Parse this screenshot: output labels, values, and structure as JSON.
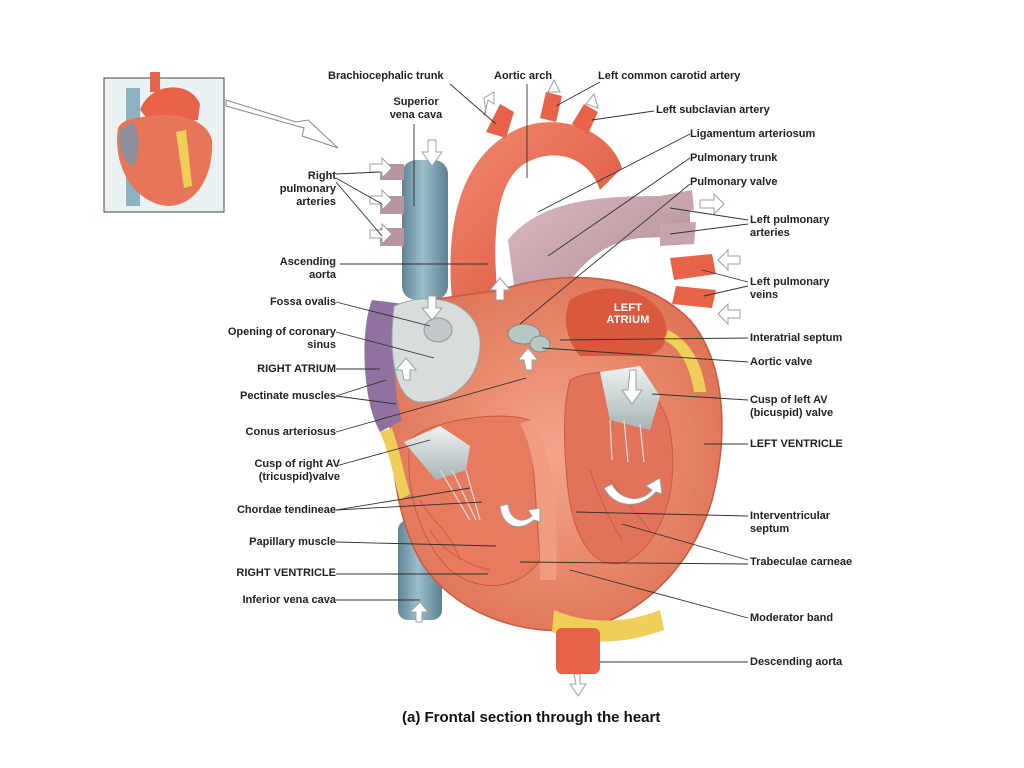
{
  "figure": {
    "caption": "(a) Frontal section through the heart",
    "chamber_labels": {
      "left_atrium": "LEFT ATRIUM"
    }
  },
  "labels": {
    "brachiocephalic_trunk": "Brachiocephalic trunk",
    "aortic_arch": "Aortic arch",
    "left_common_carotid_artery": "Left common carotid artery",
    "superior_vena_cava": "Superior vena cava",
    "left_subclavian_artery": "Left subclavian artery",
    "ligamentum_arteriosum": "Ligamentum arteriosum",
    "pulmonary_trunk": "Pulmonary trunk",
    "pulmonary_valve": "Pulmonary valve",
    "right_pulmonary_arteries": "Right pulmonary arteries",
    "left_pulmonary_arteries": "Left pulmonary arteries",
    "ascending_aorta": "Ascending aorta",
    "left_pulmonary_veins": "Left pulmonary veins",
    "fossa_ovalis": "Fossa ovalis",
    "opening_of_coronary_sinus": "Opening of coronary sinus",
    "interatrial_septum": "Interatrial septum",
    "right_atrium": "RIGHT ATRIUM",
    "aortic_valve": "Aortic valve",
    "pectinate_muscles": "Pectinate muscles",
    "cusp_of_left_av_valve": "Cusp of left AV (bicuspid) valve",
    "conus_arteriosus": "Conus arteriosus",
    "left_ventricle": "LEFT VENTRICLE",
    "cusp_of_right_av_valve": "Cusp of right AV (tricuspid)valve",
    "chordae_tendineae": "Chordae tendineae",
    "interventricular_septum": "Interventricular septum",
    "papillary_muscle": "Papillary muscle",
    "trabeculae_carneae": "Trabeculae carneae",
    "right_ventricle": "RIGHT VENTRICLE",
    "inferior_vena_cava": "Inferior vena cava",
    "moderator_band": "Moderator band",
    "descending_aorta": "Descending aorta"
  },
  "colors": {
    "artery_red": "#e8624a",
    "vein_blue": "#7fa3b4",
    "pulmonary_pink": "#c7a3ab",
    "myocardium": "#e98a6c",
    "fat_yellow": "#efcf57",
    "valve_gray": "#cfd6d6",
    "label_text": "#222222",
    "leader_line": "#333333"
  }
}
